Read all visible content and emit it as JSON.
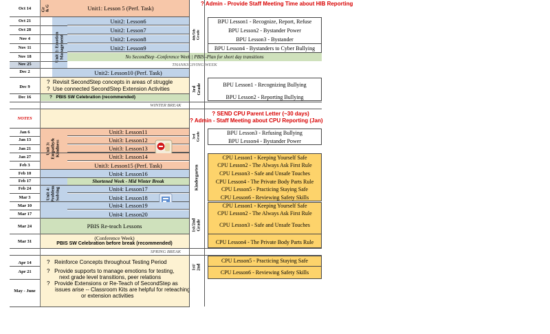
{
  "dates": {
    "oct14": "Oct 14",
    "oct21": "Oct 21",
    "oct28": "Oct 28",
    "nov4": "Nov 4",
    "nov11": "Nov 11",
    "nov18": "Nov 18",
    "nov25": "Nov 25",
    "dec2": "Dec 2",
    "dec9": "Dec 9",
    "dec16": "Dec 16",
    "notes": "NOTES",
    "jan6": "Jan 6",
    "jan13": "Jan 13",
    "jan21": "Jan 21",
    "jan27": "Jan 27",
    "feb3": "Feb 3",
    "feb10": "Feb 10",
    "feb17": "Feb 17",
    "feb24": "Feb 24",
    "mar3": "Mar 3",
    "mar10": "Mar 10",
    "mar17": "Mar 17",
    "mar24": "Mar 24",
    "mar31": "Mar 31",
    "apr14": "Apr 14",
    "apr21": "Apr 21",
    "mayjune": "May - June"
  },
  "units": {
    "unit1_partial": "Gr\n& G",
    "unit2": "Unit 2: Emotion\nManagement",
    "unit3": "Unit 3:\nEmpathy&\nKindness",
    "unit4": "Unit 4:\nProblem\nSolving"
  },
  "lessons": {
    "u1l5": "Unit1: Lesson 5 (Perf. Task)",
    "u2l6": "Unit2: Lesson6",
    "u2l7": "Unit2: Lesson7",
    "u2l8": "Unit2: Lesson8",
    "u2l9": "Unit2: Lesson9",
    "nov18": "No SecondStep -Conference Week | PBIS -Plan for short day transitions",
    "thanksgiving": "THANKSGIVING WEEK",
    "u2l10": "Unit2: Lesson10 (Perf. Task)",
    "dec9a": "Revisit SecondStep concepts in areas of struggle",
    "dec9b": "Use connected SecondStep Extension Activities",
    "dec16": "PBIS SW Celebration (recommended)",
    "winter": "WINTER BREAK",
    "u3l11": "Unit3: Lesson11",
    "u3l12": "Unit3: Lesson12",
    "u3l13": "Unit3: Lesson13",
    "u3l14": "Unit3: Lesson14",
    "u3l15": "Unit3: Lesson15 (Perf. Task)",
    "u4l16": "Unit4: Lesson16",
    "midwinter": "Shortened Week - Mid Winter Break",
    "u4l17": "Unit4: Lesson17",
    "u4l18": "Unit4: Lesson18",
    "u4l19": "Unit4: Lesson19",
    "u4l20": "Unit4: Lesson20",
    "pbis_reteach": "PBIS Re-teach Lessons",
    "conf": "(Conference Week)",
    "pbis_spring": "PBIS SW Celebration before break (recommended)",
    "spring": "SPRING BREAK",
    "apr14": "Reinforce Concepts throughout Testing Period",
    "apr21a": "Provide supports to manage emotions for testing,",
    "apr21b": "next grade level transitions, peer relations",
    "may1": "Provide Extensions or Re-Teach of SecondStep as",
    "may2": "issues arise -- Classroom Kits are helpful for reteaching",
    "may3": "or extension activities"
  },
  "notes_right": {
    "oct14": "Admin - Provide Staff Meeting Time about HIB Reporting",
    "jan": "SEND CPU Parent Letter (~30 days)",
    "jan2": "Admin - Staff Meeting about CPU Reporting (Jan)"
  },
  "bpu": {
    "grade45": "4th/5th\nGrade",
    "g45_1": "BPU Lesson1 - Recognize, Report, Refuse",
    "g45_2": "BPU Lesson2 - Bystander Power",
    "g45_3": "BPU Lesson3 - Bystander",
    "g45_4": "BPU Lesson4 - Bystanders to Cyber Bullying",
    "grade3": "3rd\nGrade",
    "g3_1": "BPU Lesson1 - Recognizing Bullying",
    "g3_2": "BPU Lesson2 - Reporting Bullying",
    "grade3b": "3rd\nGrade",
    "g3_3": "BPU Lesson3 - Refusing Bullying",
    "g3_4": "BPU Lesson4 - Bystander Power"
  },
  "cpu": {
    "kinder": "Kindergarten",
    "k1": "CPU Lesson1 - Keeping Yourself Safe",
    "k2": "CPU Lesson2 - The Always Ask First Rule",
    "k3": "CPU Lesson3 - Safe and Unsafe Touches",
    "k4": "CPU Lesson4 - The Private Body Parts Rule",
    "k5": "CPU Lesson5 - Practicing Staying Safe",
    "k6": "CPU Lesson6 - Reviewing Safety Skills",
    "grade12": "1st/2nd\nGrade",
    "g1": "CPU Lesson1 - Keeping Yourself Safe",
    "g2": "CPU Lesson2 - The Always Ask First Rule",
    "g3": "CPU Lesson3 - Safe and Unsafe Touches",
    "g4": "CPU Lesson4 - The Private Body Parts Rule",
    "grade12b": "1st/\n2nd",
    "g5": "CPU Lesson5 - Practicing Staying Safe",
    "g6": "CPU Lesson6 - Reviewing Safety Skills"
  },
  "icons": {
    "stop": "stop-sign-icon",
    "chart": "clipboard-icon",
    "bullet": "?"
  },
  "colors": {
    "peach": "#f7c7a9",
    "blue": "#c0d3e9",
    "green": "#cfe1bc",
    "cream": "#fdf2d2",
    "yellow": "#fdd36b",
    "red": "#d80000"
  }
}
